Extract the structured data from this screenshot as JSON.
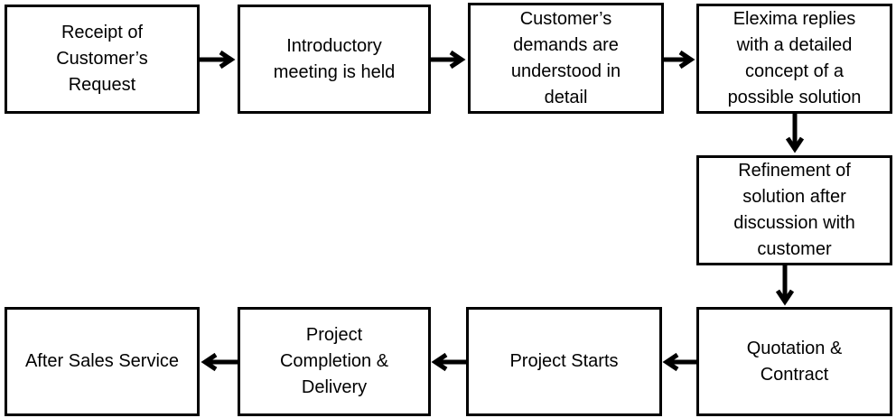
{
  "diagram": {
    "colors": {
      "box_border": "#000000",
      "box_fill": "#ffffff",
      "text": "#000000",
      "arrow": "#000000"
    },
    "steps": [
      {
        "id": "s1",
        "label": "Receipt of\nCustomer’s\nRequest"
      },
      {
        "id": "s2",
        "label": "Introductory\nmeeting is held"
      },
      {
        "id": "s3",
        "label": "Customer’s\ndemands are\nunderstood in\ndetail"
      },
      {
        "id": "s4",
        "label": "Elexima replies\nwith a detailed\nconcept of a\npossible solution"
      },
      {
        "id": "s5",
        "label": "Refinement of\nsolution after\ndiscussion with\ncustomer"
      },
      {
        "id": "s6",
        "label": "Quotation &\nContract"
      },
      {
        "id": "s7",
        "label": "Project Starts"
      },
      {
        "id": "s8",
        "label": "Project\nCompletion &\nDelivery"
      },
      {
        "id": "s9",
        "label": "After Sales Service"
      }
    ],
    "connections": [
      {
        "from": "s1",
        "to": "s2",
        "direction": "right"
      },
      {
        "from": "s2",
        "to": "s3",
        "direction": "right"
      },
      {
        "from": "s3",
        "to": "s4",
        "direction": "right"
      },
      {
        "from": "s4",
        "to": "s5",
        "direction": "down"
      },
      {
        "from": "s5",
        "to": "s6",
        "direction": "down"
      },
      {
        "from": "s6",
        "to": "s7",
        "direction": "left"
      },
      {
        "from": "s7",
        "to": "s8",
        "direction": "left"
      },
      {
        "from": "s8",
        "to": "s9",
        "direction": "left"
      }
    ]
  }
}
